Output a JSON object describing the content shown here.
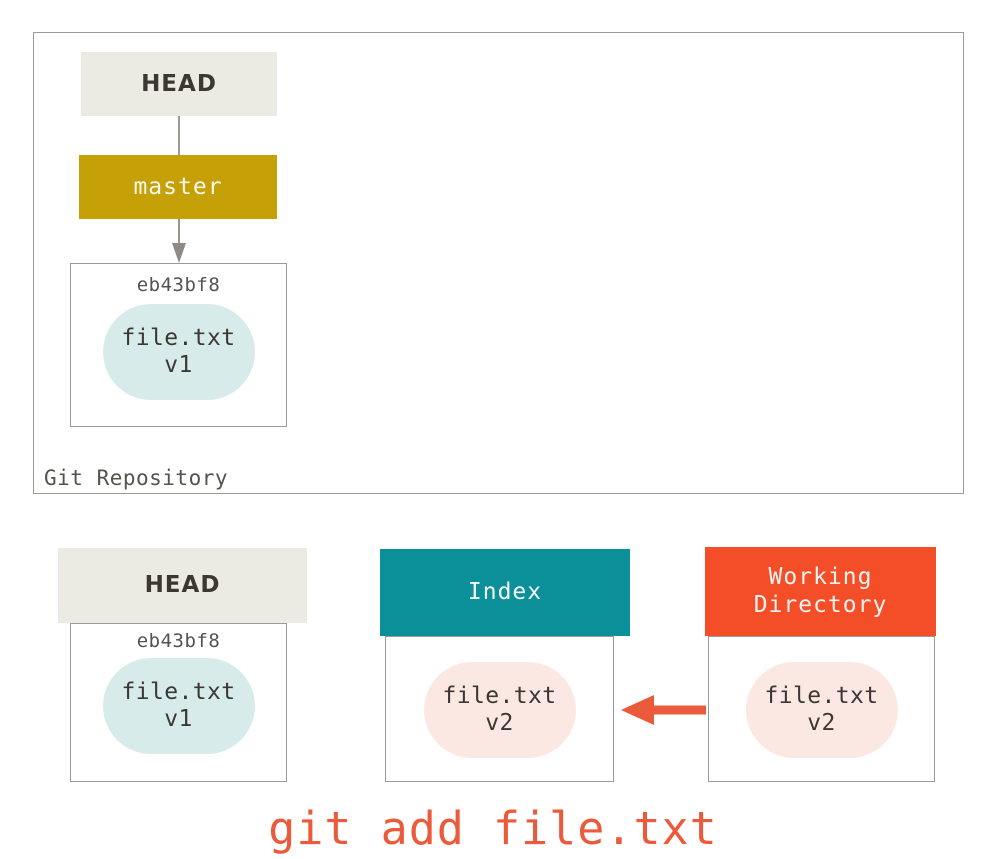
{
  "diagram": {
    "title_caption": "git add file.txt",
    "colors": {
      "head_box": "#ecebe3",
      "branch_box": "#c5a006",
      "index_box": "#0b9099",
      "working_dir_box": "#f44e28",
      "blob_committed": "#d7ecea",
      "blob_modified": "#fce8e3",
      "arrow_accent": "#ec5a3c",
      "frame_border": "#9b9b95",
      "text_dark": "#3b3833",
      "text_muted": "#56534e"
    }
  },
  "repository": {
    "label": "Git Repository",
    "head_pointer": {
      "label": "HEAD"
    },
    "branch": {
      "label": "master"
    },
    "commit": {
      "hash": "eb43bf8",
      "blob": {
        "filename": "file.txt",
        "version": "v1"
      }
    }
  },
  "areas": [
    {
      "key": "head",
      "header_label": "HEAD",
      "header_lines": [
        "HEAD"
      ],
      "hash": "eb43bf8",
      "blob": {
        "filename": "file.txt",
        "version": "v1",
        "style": "cyan"
      }
    },
    {
      "key": "index",
      "header_label": "Index",
      "header_lines": [
        "Index"
      ],
      "hash": "",
      "blob": {
        "filename": "file.txt",
        "version": "v2",
        "style": "pink"
      }
    },
    {
      "key": "working_directory",
      "header_label": "Working Directory",
      "header_lines": [
        "Working",
        "Directory"
      ],
      "hash": "",
      "blob": {
        "filename": "file.txt",
        "version": "v2",
        "style": "pink"
      }
    }
  ],
  "arrows": [
    {
      "key": "branch-to-commit",
      "direction": "down",
      "from": "master",
      "to": "eb43bf8",
      "color": "#8e8b84"
    },
    {
      "key": "workdir-to-index",
      "direction": "left",
      "from": "Working Directory",
      "to": "Index",
      "color": "#ec5a3c"
    }
  ],
  "command": {
    "text": "git add file.txt"
  }
}
